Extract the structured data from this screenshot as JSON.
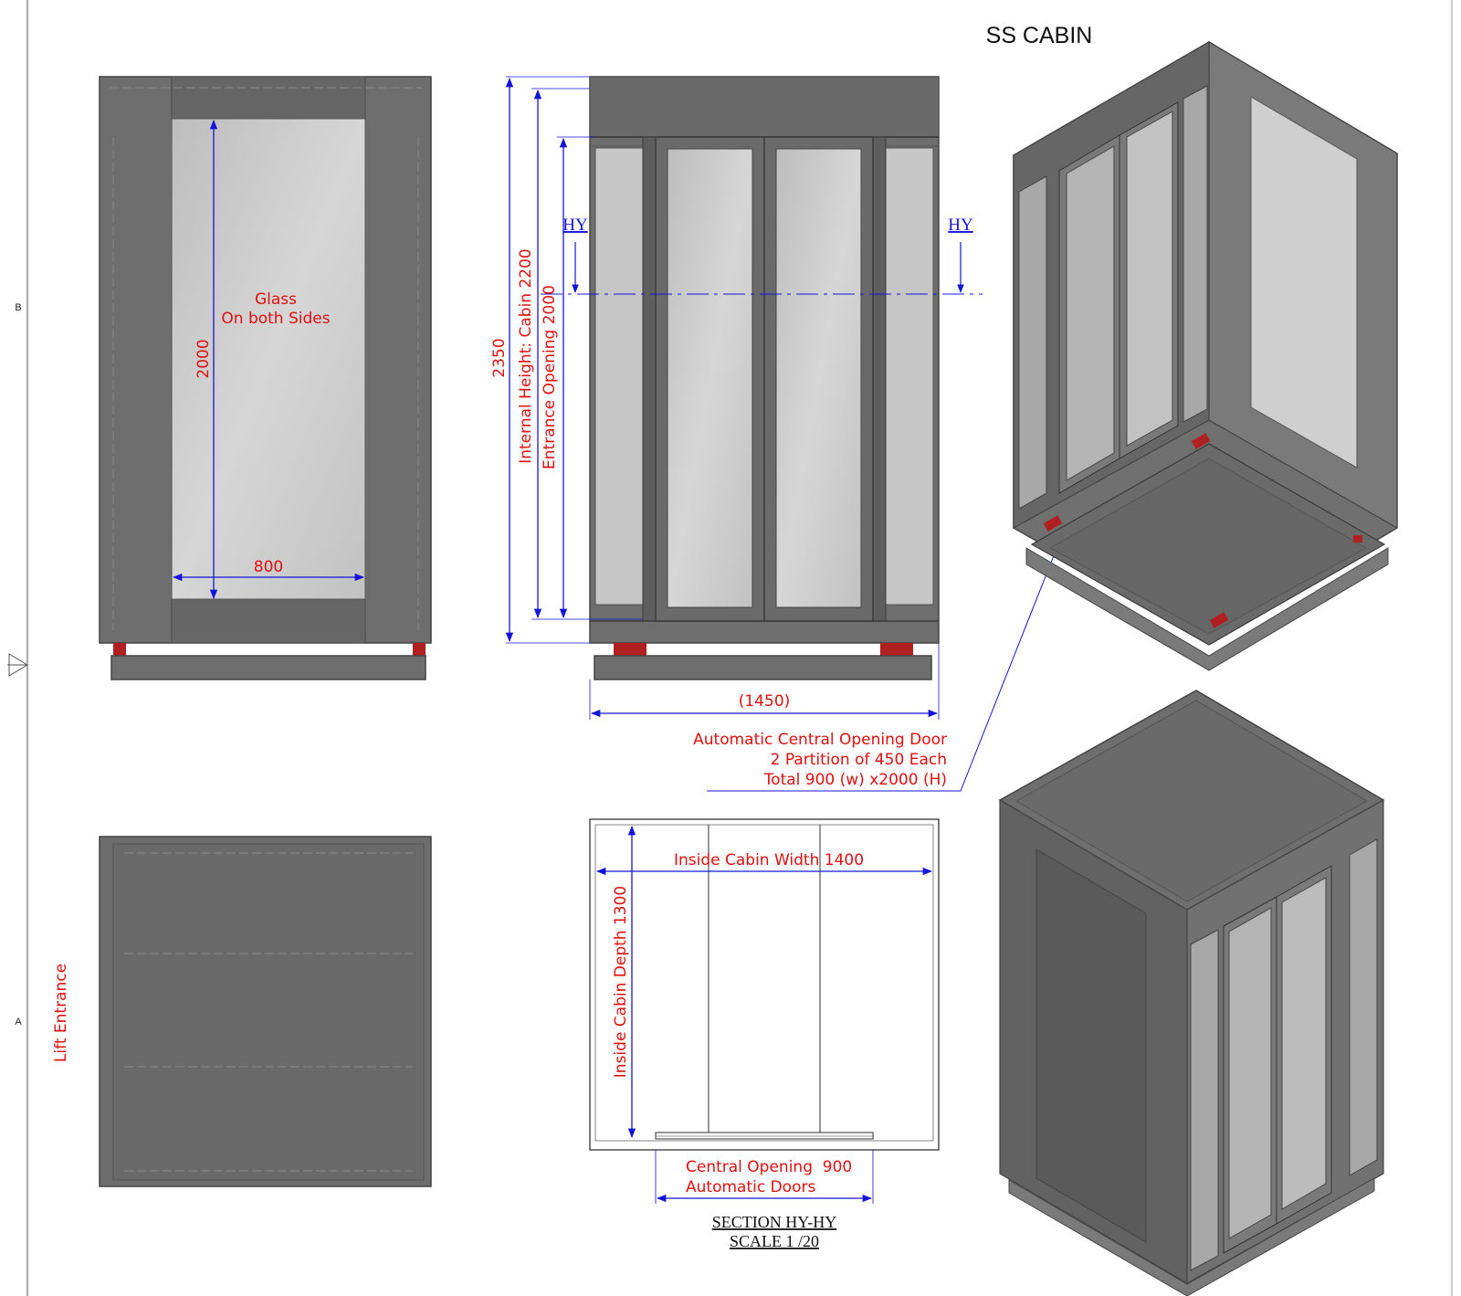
{
  "title": "SS CABIN",
  "border": {
    "zone_upper": "B",
    "zone_lower": "A"
  },
  "side_view": {
    "glass_note": [
      "Glass",
      "On both Sides"
    ],
    "height_dim": "2000",
    "width_dim": "800"
  },
  "front_view": {
    "total_height": "2350",
    "internal_height": "Internal Height: Cabin 2200",
    "entrance_opening": "Entrance Opening 2000",
    "section_mark_left": "HY",
    "section_mark_right": "HY",
    "overall_width": "(1450)"
  },
  "door_note": [
    "Automatic Central Opening Door",
    "2 Partition of 450 Each",
    "Total 900 (w) x2000 (H)"
  ],
  "plan_view": {
    "lift_entrance": "Lift Entrance"
  },
  "section": {
    "width_label": "Inside Cabin Width 1400",
    "depth_label": "Inside Cabin Depth 1300",
    "opening_note": [
      "Central Opening  900",
      "Automatic Doors"
    ],
    "caption": "SECTION HY-HY",
    "scale": "SCALE 1 /20"
  },
  "colors": {
    "panel": "#6e6e6e",
    "panel_dark": "#5c5c5c",
    "glass": "#c9c9c9",
    "dimension": "#1414d8",
    "annotation": "#e01010",
    "buffer": "#b02020"
  }
}
